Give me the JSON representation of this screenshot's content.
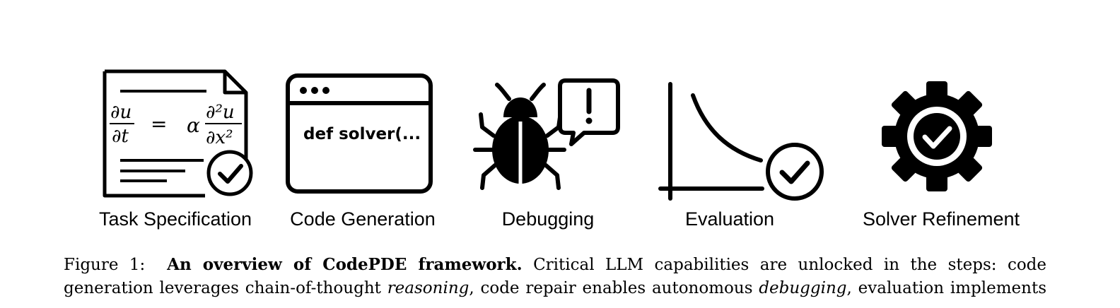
{
  "steps": [
    {
      "label": "Task Specification",
      "icon": "document-with-equation-check-icon"
    },
    {
      "label": "Code Generation",
      "icon": "code-window-icon"
    },
    {
      "label": "Debugging",
      "icon": "bug-with-alert-bubble-icon"
    },
    {
      "label": "Evaluation",
      "icon": "decay-curve-check-icon"
    },
    {
      "label": "Solver Refinement",
      "icon": "gear-check-icon"
    }
  ],
  "equation": {
    "lhs_num": "∂u",
    "lhs_den": "∂t",
    "equals": "=",
    "alpha": "α",
    "rhs_num": "∂²u",
    "rhs_den": "∂x²"
  },
  "code_text": "def solver(...",
  "caption": {
    "figure_label": "Figure 1:",
    "bold_title": "An overview of CodePDE framework.",
    "line1_rest": "Critical LLM capabilities are unlocked in the steps: code",
    "line2_a": "generation leverages chain-of-thought ",
    "line2_italic1": "reasoning",
    "line2_b": ", code repair enables autonomous ",
    "line2_italic2": "debugging",
    "line2_c": ", evaluation implements"
  }
}
